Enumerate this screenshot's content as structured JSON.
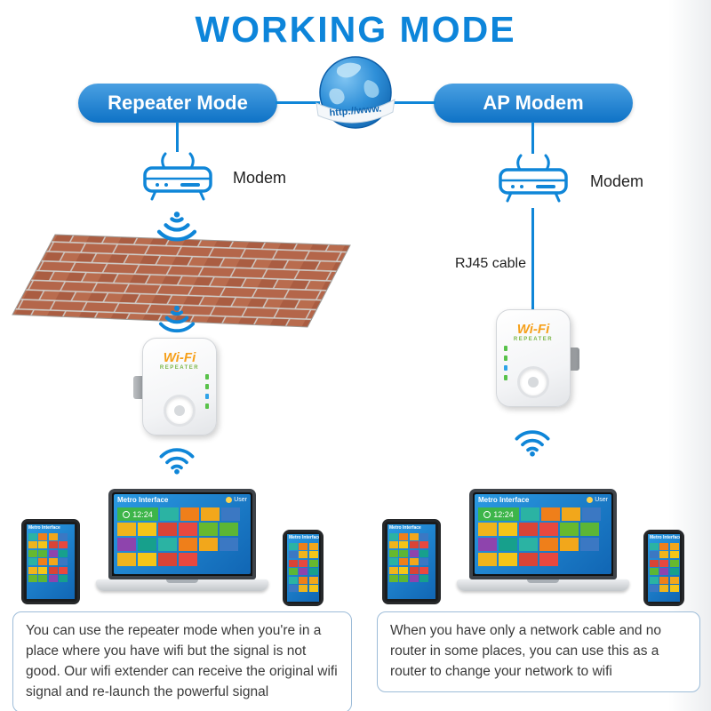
{
  "title": "WORKING MODE",
  "globe_banner": "http://www.",
  "left": {
    "mode_label": "Repeater Mode",
    "modem_label": "Modem",
    "description": "You can use the repeater mode when you're in a place where you have wifi but the signal is not good. Our wifi extender can receive the original wifi signal and re-launch the powerful signal"
  },
  "right": {
    "mode_label": "AP Modem",
    "modem_label": "Modem",
    "cable_label": "RJ45 cable",
    "description": "When you have only a network cable and no router in some places, you can use this as a router to change your network to wifi"
  },
  "repeater_device": {
    "brand_top": "Wi-Fi",
    "brand_bottom": "REPEATER"
  },
  "device_screens": {
    "laptop_title": "Metro Interface",
    "user_label": "User",
    "clock": "12:24",
    "tile_palette": [
      "#5cb635",
      "#f2a71b",
      "#e8483f",
      "#2bb3a3",
      "#f5c518",
      "#8e44ad",
      "#3b78c3",
      "#67b92e",
      "#ef7f1a",
      "#d94436",
      "#17a08c",
      "#f0b41c"
    ]
  },
  "colors": {
    "accent_blue": "#0f86d8",
    "pill_blue": "#1a7fd0",
    "brick": "#b4664a",
    "mortar": "#cfccc8",
    "clock_tile_green": "#3db54a"
  }
}
